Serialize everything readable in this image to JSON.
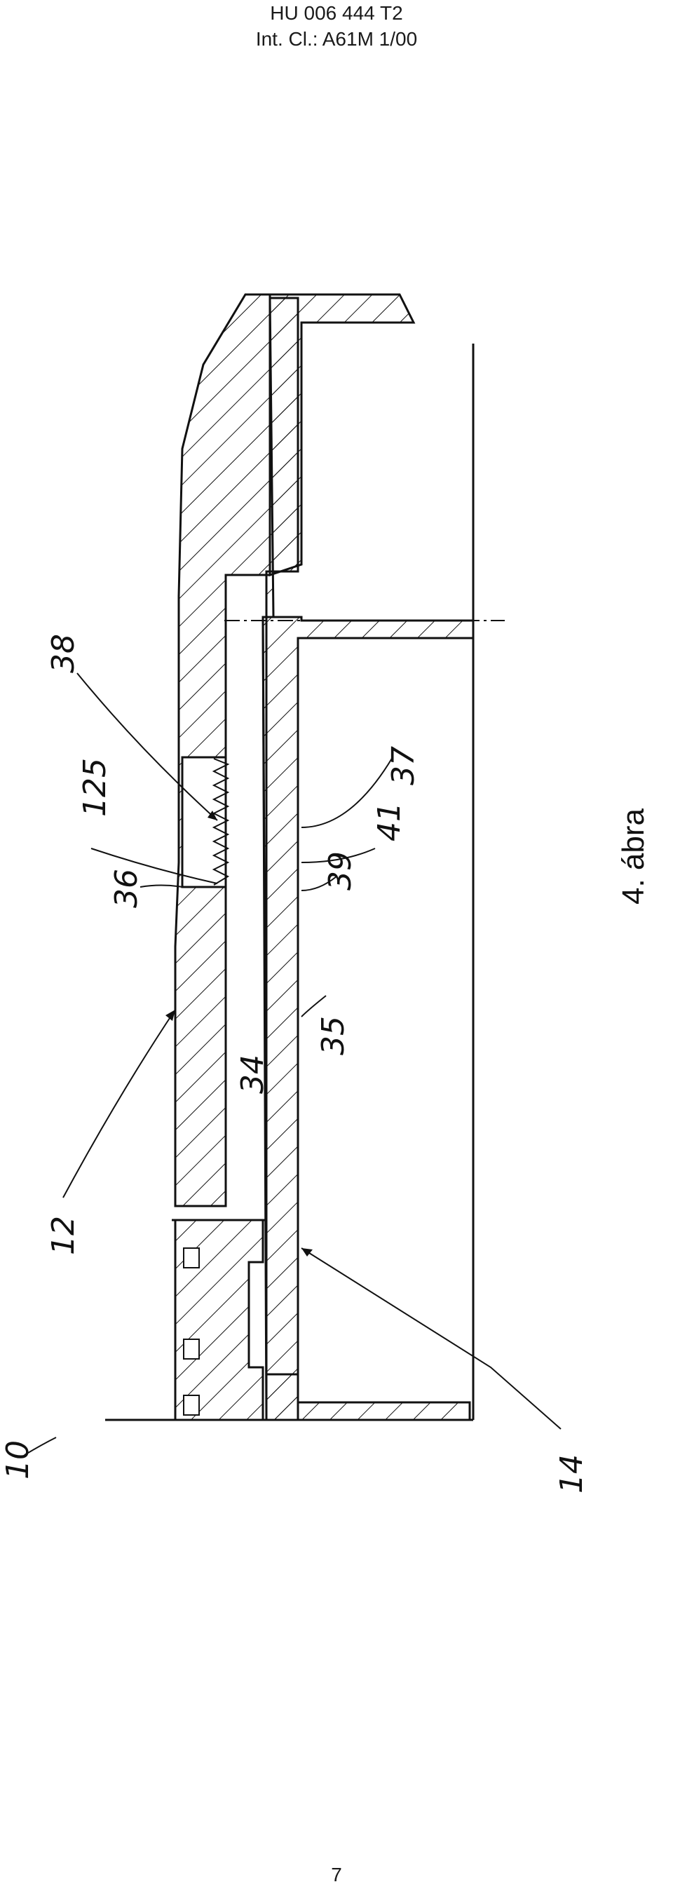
{
  "header": {
    "patent_number": "HU 006 444 T2",
    "classification": "Int. Cl.: A61M 1/00"
  },
  "figure": {
    "caption": "4. ábra",
    "reference_labels": [
      "10",
      "12",
      "14",
      "34",
      "35",
      "36",
      "37",
      "38",
      "39",
      "41",
      "125"
    ]
  },
  "page_number": "7",
  "colors": {
    "ink": "#111111",
    "background": "#ffffff"
  }
}
